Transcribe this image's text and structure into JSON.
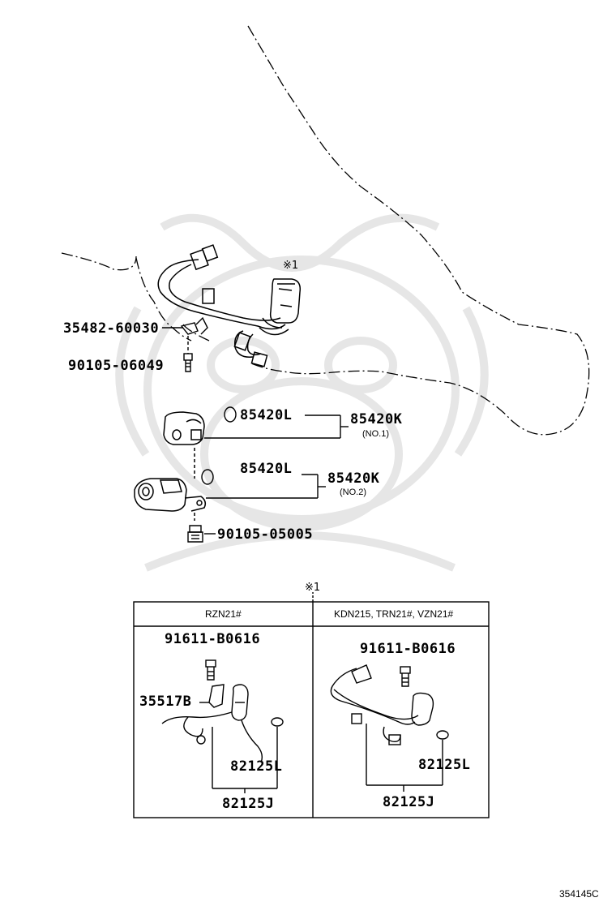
{
  "parts": {
    "p35482": "35482-60030",
    "p90105a": "90105-06049",
    "p85420L_1": "85420L",
    "p85420K_1": "85420K",
    "no1": "(NO.1)",
    "p85420L_2": "85420L",
    "p85420K_2": "85420K",
    "no2": "(NO.2)",
    "p90105b": "90105-05005"
  },
  "reference_mark_top": "※1",
  "reference_mark_table": "※1",
  "table": {
    "left_header": "RZN21#",
    "right_header": "KDN215, TRN21#, VZN21#",
    "left": {
      "bolt": "91611-B0616",
      "bracket": "35517B",
      "oring": "82125L",
      "harness": "82125J"
    },
    "right": {
      "bolt": "91611-B0616",
      "oring": "82125L",
      "harness": "82125J"
    }
  },
  "illustration_number": "354145C",
  "colors": {
    "line": "#000000",
    "watermark": "#e6e6e6",
    "background": "#ffffff"
  }
}
